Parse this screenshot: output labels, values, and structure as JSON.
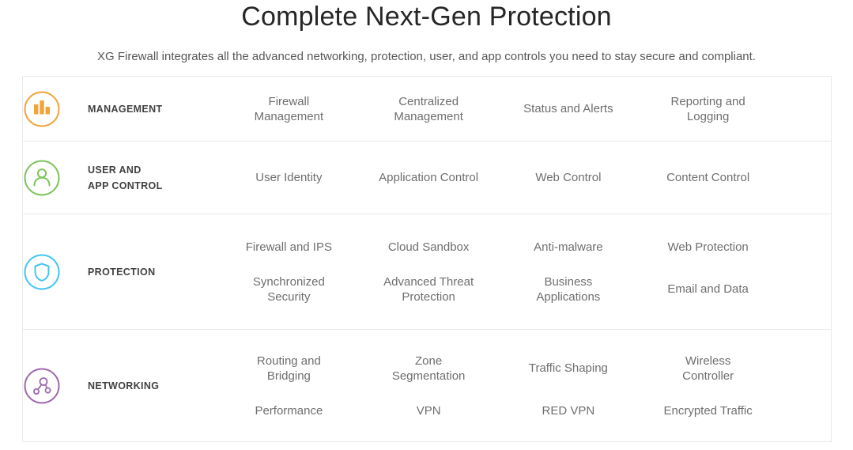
{
  "header": {
    "title": "Complete Next-Gen Protection",
    "subtitle": "XG Firewall integrates all the advanced networking, protection, user, and app controls you need to stay secure and compliant."
  },
  "colors": {
    "management_accent": "#F2A43C",
    "user_app_accent": "#7FC35B",
    "protection_accent": "#45C6F0",
    "networking_accent": "#9E6BAE",
    "divider": "#E9E9E9",
    "item_text": "#6E6E6E",
    "category_text": "#414141"
  },
  "table": {
    "rows": [
      {
        "category": "MANAGEMENT",
        "icon": "bar-chart-icon",
        "items": [
          "Firewall Management",
          "Centralized Management",
          "Status and Alerts",
          "Reporting and Logging"
        ]
      },
      {
        "category": "USER AND\nAPP CONTROL",
        "icon": "user-icon",
        "items": [
          "User Identity",
          "Application Control",
          "Web Control",
          "Content Control"
        ]
      },
      {
        "category": "PROTECTION",
        "icon": "shield-icon",
        "items": [
          "Firewall and IPS",
          "Cloud Sandbox",
          "Anti-malware",
          "Web Protection",
          "Synchronized Security",
          "Advanced Threat Protection",
          "Business Applications",
          "Email and Data"
        ]
      },
      {
        "category": "NETWORKING",
        "icon": "network-icon",
        "items": [
          "Routing and Bridging",
          "Zone Segmentation",
          "Traffic Shaping",
          "Wireless Controller",
          "Performance",
          "VPN",
          "RED VPN",
          "Encrypted Traffic"
        ]
      }
    ]
  }
}
